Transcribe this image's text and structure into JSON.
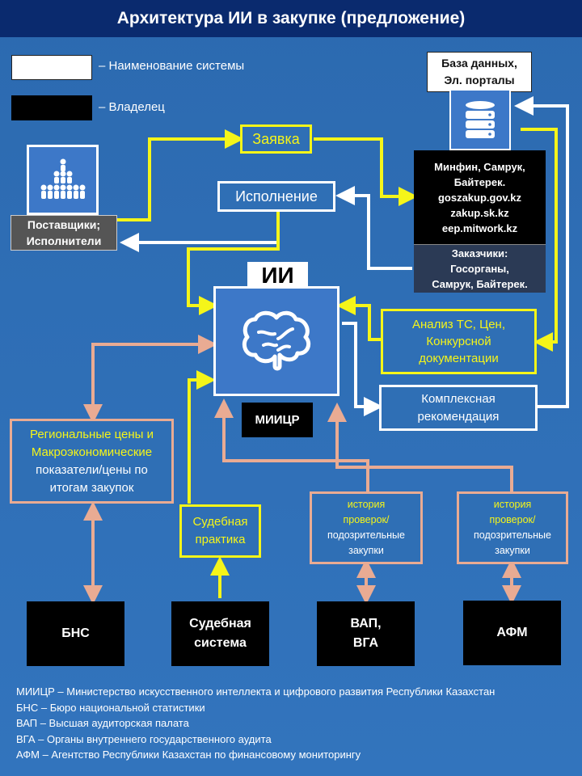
{
  "title": "Архитектура ИИ в закупке (предложение)",
  "legend": {
    "system_label": "– Наименование системы",
    "owner_label": "– Владелец"
  },
  "db": {
    "header_line1": "База данных,",
    "header_line2": "Эл. порталы",
    "owners": [
      "Минфин, Самрук,",
      "Байтерек.",
      "goszakup.gov.kz",
      "zakup.sk.kz",
      "eep.mitwork.kz"
    ],
    "customers": [
      "Заказчики:",
      "Госорганы,",
      "Самрук, Байтерек."
    ]
  },
  "suppliers_label": [
    "Поставщики;",
    "Исполнители"
  ],
  "zayavka": "Заявка",
  "ispolnenie": "Исполнение",
  "ai": {
    "label": "ИИ",
    "owner": "МИИЦР",
    "icon": "brain-icon"
  },
  "analysis": [
    "Анализ ТС, Цен,",
    "Конкурсной",
    "документации"
  ],
  "complex_rec": [
    "Комплексная",
    "рекомендация"
  ],
  "regional": [
    "Региональные цены и",
    "Макроэкономические",
    "показатели/цены по",
    "итогам закупок"
  ],
  "court_practice": [
    "Судебная",
    "практика"
  ],
  "history1": [
    "история",
    "проверок/",
    "подозрительные",
    "закупки"
  ],
  "history2": [
    "история",
    "проверок/",
    "подозрительные",
    "закупки"
  ],
  "owners_bottom": {
    "bns": "БНС",
    "court_system": [
      "Судебная",
      "система"
    ],
    "vap": [
      "ВАП,",
      "ВГА"
    ],
    "afm": "АФМ"
  },
  "abbreviations": [
    "МИИЦР – Министерство искусственного интеллекта и цифрового развития Республики Казахстан",
    "БНС – Бюро национальной статистики",
    "ВАП – Высшая аудиторская палата",
    "ВГА – Органы внутреннего государственного аудита",
    "АФМ – Агентство Республики Казахстан по финансовому мониторингу"
  ],
  "colors": {
    "background": "#2f6fb5",
    "title_bar": "#0a2a6e",
    "yellow_flow": "#f5f519",
    "peach_flow": "#e9ab93",
    "white_flow": "#ffffff"
  }
}
